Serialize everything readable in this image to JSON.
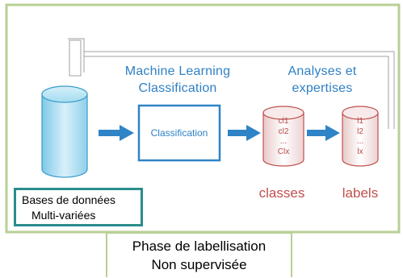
{
  "headings": {
    "ml_line1": "Machine Learning",
    "ml_line2": "Classification",
    "an_line1": "Analyses et",
    "an_line2": "expertises"
  },
  "classification_box": "Classification",
  "classes_cylinder": [
    "cl1",
    "cl2",
    "...",
    "Clx"
  ],
  "labels_cylinder": [
    "l1",
    "l2",
    "...",
    "lx"
  ],
  "classes_label": "classes",
  "labels_label": "labels",
  "database": {
    "line1": "Bases de données",
    "line2": "Multi-variées"
  },
  "phase": {
    "line1": "Phase de labellisation",
    "line2": "Non supervisée"
  },
  "colors": {
    "frame_green": "#b8cf95",
    "heading_blue": "#2f80c4",
    "arrow_blue": "#2e84c6",
    "box_teal": "#2a8c8c",
    "label_red": "#c0504d"
  }
}
